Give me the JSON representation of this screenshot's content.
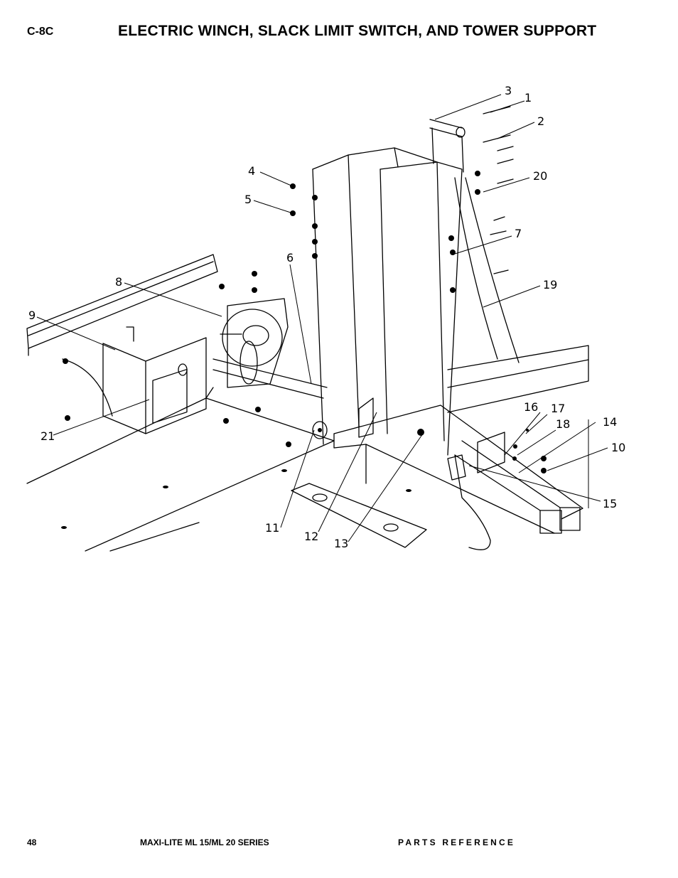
{
  "header": {
    "section_code": "C-8C",
    "title": "ELECTRIC WINCH, SLACK LIMIT SWITCH, AND TOWER SUPPORT"
  },
  "diagram": {
    "callouts": [
      "1",
      "2",
      "3",
      "4",
      "5",
      "6",
      "7",
      "8",
      "9",
      "10",
      "11",
      "12",
      "13",
      "14",
      "15",
      "16",
      "17",
      "18",
      "19",
      "20",
      "21"
    ]
  },
  "footer": {
    "page_number": "48",
    "series": "MAXI-LITE ML 15/ML 20 SERIES",
    "reference": "PARTS REFERENCE"
  }
}
